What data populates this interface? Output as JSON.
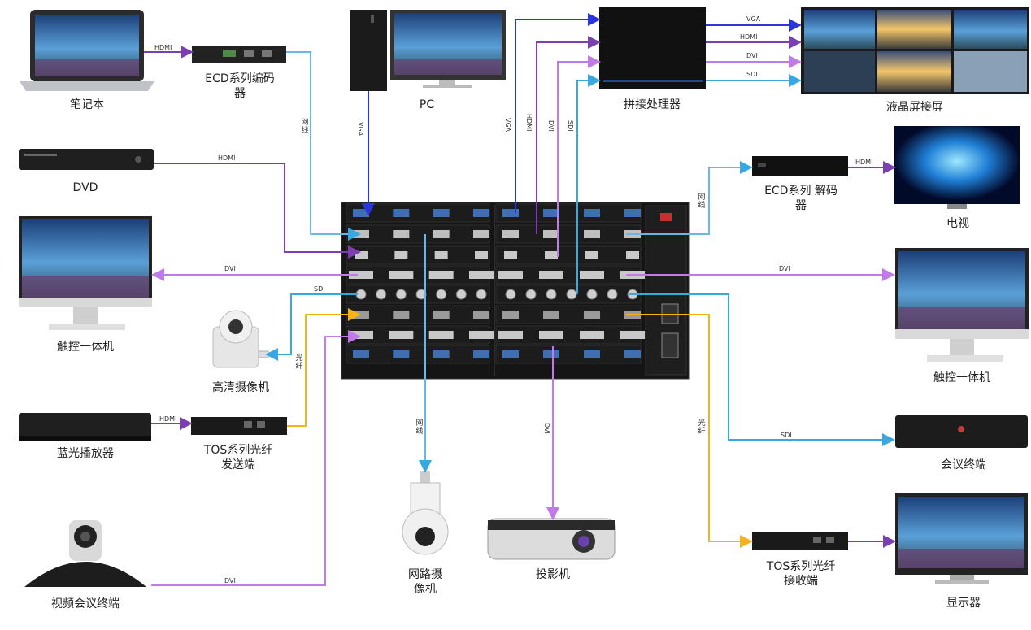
{
  "devices": {
    "laptop": "笔记本",
    "ecd_encoder": "ECD系列编码\n器",
    "pc": "PC",
    "splice_processor": "拼接处理器",
    "lcd_wall": "液晶屏接屏",
    "dvd": "DVD",
    "ecd_decoder": "ECD系列 解码\n器",
    "tv": "电视",
    "touch_left": "触控一体机",
    "touch_right": "触控一体机",
    "hd_camera": "高清摄像机",
    "bluray": "蓝光播放器",
    "tos_sender": "TOS系列光纤\n发送端",
    "conference_terminal": "会议终端",
    "video_conf": "视频会议终端",
    "ip_camera": "网路摄\n像机",
    "projector": "投影机",
    "tos_receiver": "TOS系列光纤\n接收端",
    "monitor": "显示器"
  },
  "links": {
    "hdmi": "HDMI",
    "vga": "VGA",
    "dvi": "DVI",
    "sdi": "SDI",
    "network": "网线",
    "fiber": "光纤"
  },
  "colors": {
    "vga": "#2a36d9",
    "hdmi": "#7b3fb2",
    "dvi": "#c07be8",
    "sdi": "#3aa8e0",
    "fiber": "#f2b418",
    "network": "#6ab7e6"
  }
}
